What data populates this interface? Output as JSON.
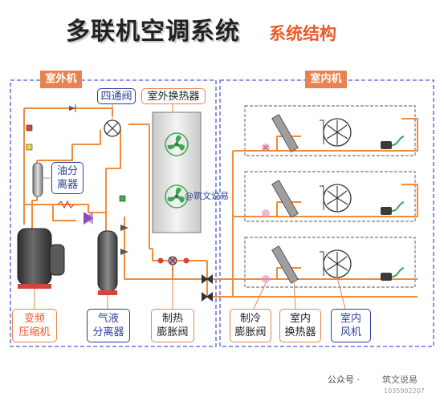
{
  "title": "多联机空调系统",
  "subtitle": "系统结构",
  "sections": {
    "outdoor": "室外机",
    "indoor": "室内机"
  },
  "labels": {
    "four_way_valve": "四通阀",
    "outdoor_heat_exchanger": "室外换热器",
    "oil_separator": "油分\n离器",
    "compressor": "变频\n压缩机",
    "gas_liquid_separator": "气液\n分离器",
    "heating_expansion_valve": "制热\n膨胀阀",
    "cooling_expansion_valve": "制冷\n膨胀阀",
    "indoor_heat_exchanger": "室内\n换热器",
    "indoor_fan": "室内\n风机"
  },
  "watermark": "@筑文说易",
  "footer": {
    "left": "公众号 ·",
    "right": "筑文说易",
    "id": "1035902207"
  },
  "colors": {
    "section_fill": "#e8834f",
    "label_border": "#e8834f",
    "accent_blue": "#2e3f99",
    "pipe": "#f08c3c",
    "fan_green": "#3fa653",
    "compressor": "#3d3d3d",
    "dashed_border": "#4a5bd6"
  },
  "icons": [
    "compressor-icon",
    "fan-icon",
    "valve-icon",
    "check-valve-icon",
    "sensor-icon",
    "indoor-fan-icon"
  ]
}
